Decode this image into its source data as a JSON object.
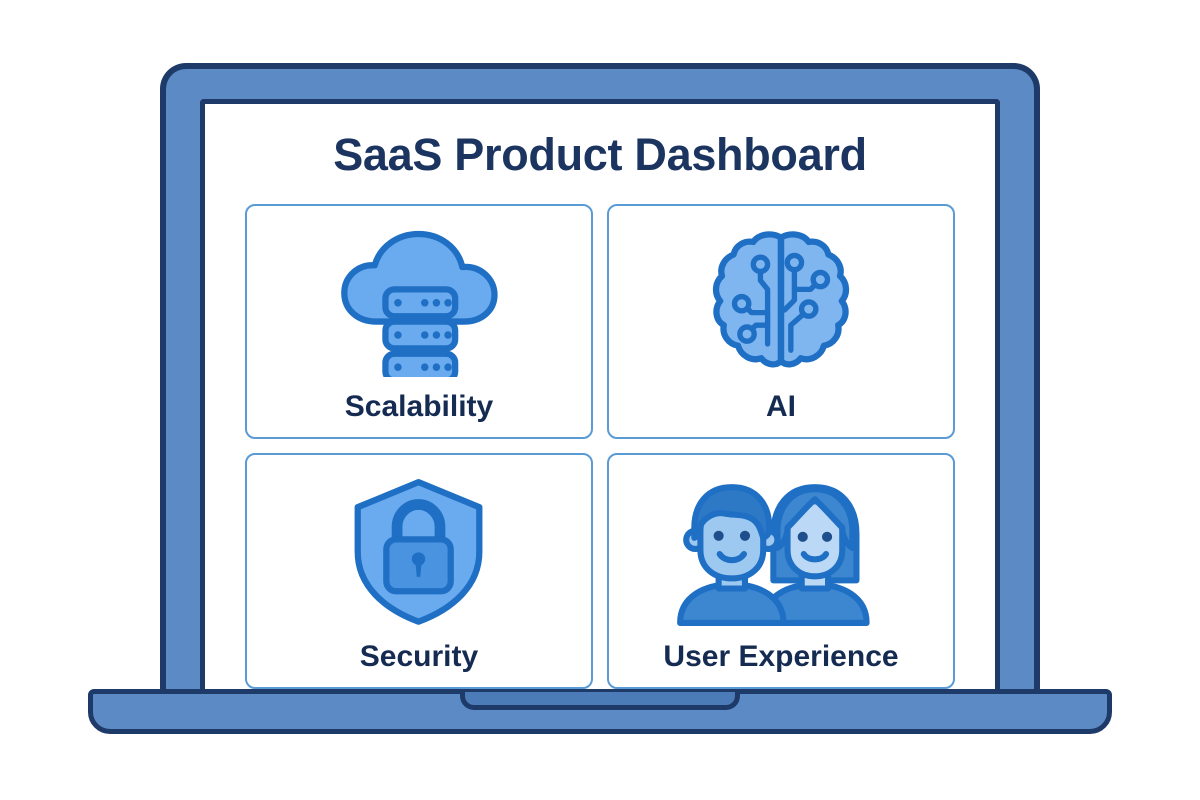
{
  "screen": {
    "title": "SaaS Product Dashboard"
  },
  "cards": [
    {
      "label": "Scalability",
      "icon": "cloud-server-icon"
    },
    {
      "label": "AI",
      "icon": "brain-circuit-icon"
    },
    {
      "label": "Security",
      "icon": "shield-lock-icon"
    },
    {
      "label": "User Experience",
      "icon": "people-icon"
    }
  ],
  "device": {
    "type": "laptop",
    "bezel_color": "#5B8AC5",
    "outline_color": "#1E3A68",
    "screen_color": "#FFFFFF"
  },
  "colors": {
    "title_navy": "#1C3560",
    "label_navy": "#152B52",
    "card_border": "#5B9BD5",
    "icon_fill_light": "#9DC8F0",
    "icon_fill_mid": "#6AAAEE",
    "icon_stroke": "#1F6FC4",
    "icon_fill_dark": "#2E7CD1"
  }
}
